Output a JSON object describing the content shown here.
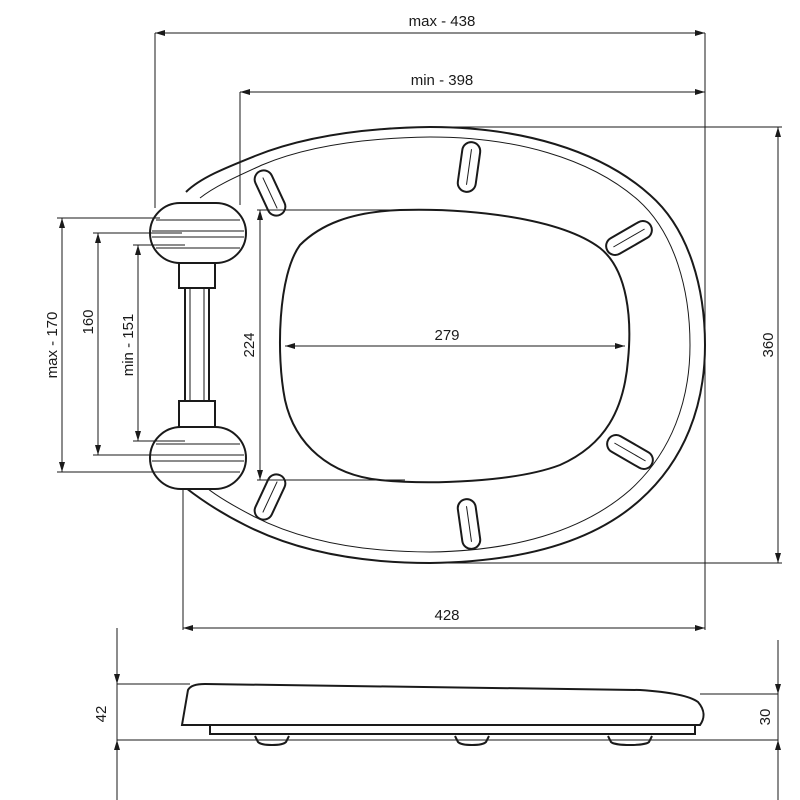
{
  "dimensions": {
    "top_max_width": "max - 438",
    "top_min_width": "min - 398",
    "opening_width": "279",
    "opening_height": "224",
    "seat_depth": "360",
    "bottom_width": "428",
    "hinge_max": "max - 170",
    "hinge_nominal": "160",
    "hinge_min": "min - 151",
    "side_height_total": "42",
    "side_height_rim": "30"
  }
}
